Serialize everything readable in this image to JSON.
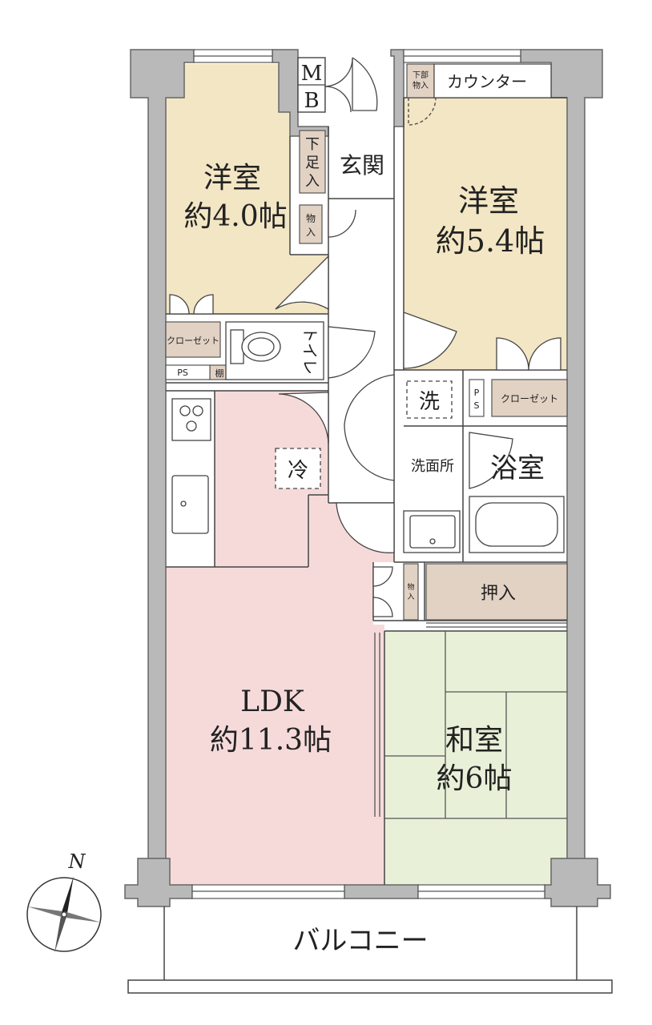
{
  "rooms": {
    "western_room_1": {
      "name": "洋室",
      "size": "約4.0帖",
      "color": "#f3e6c4"
    },
    "western_room_2": {
      "name": "洋室",
      "size": "約5.4帖",
      "color": "#f3e6c4"
    },
    "ldk": {
      "name": "LDK",
      "size": "約11.3帖",
      "color": "#f6dada"
    },
    "japanese_room": {
      "name": "和室",
      "size": "約6帖",
      "color": "#e8f1d8"
    },
    "bathroom": {
      "name": "浴室"
    },
    "washroom": {
      "name": "洗面所"
    },
    "entrance": {
      "name": "玄関"
    },
    "toilet": {
      "name": "トイレ"
    },
    "balcony": {
      "name": "バルコニー"
    }
  },
  "labels": {
    "mb_top": "M",
    "mb_bottom": "B",
    "counter": "カウンター",
    "lower_storage_top": "下部",
    "lower_storage_bottom": "物入",
    "shoe_box_1": "下",
    "shoe_box_2": "足",
    "shoe_box_3": "入",
    "storage_small_1": "物",
    "storage_small_2": "入",
    "closet_left": "クローゼット",
    "closet_right": "クローゼット",
    "ps_left": "PS",
    "ps_right_1": "P",
    "ps_right_2": "S",
    "shelf": "棚",
    "washer": "洗",
    "fridge": "冷",
    "oshiire": "押入",
    "storage_vertical_1": "物",
    "storage_vertical_2": "入"
  },
  "compass": {
    "north_label": "N"
  },
  "colors": {
    "wall": "#b9b9b9",
    "wall_stroke": "#666666",
    "storage": "#e2d2c4",
    "line": "#444444"
  }
}
